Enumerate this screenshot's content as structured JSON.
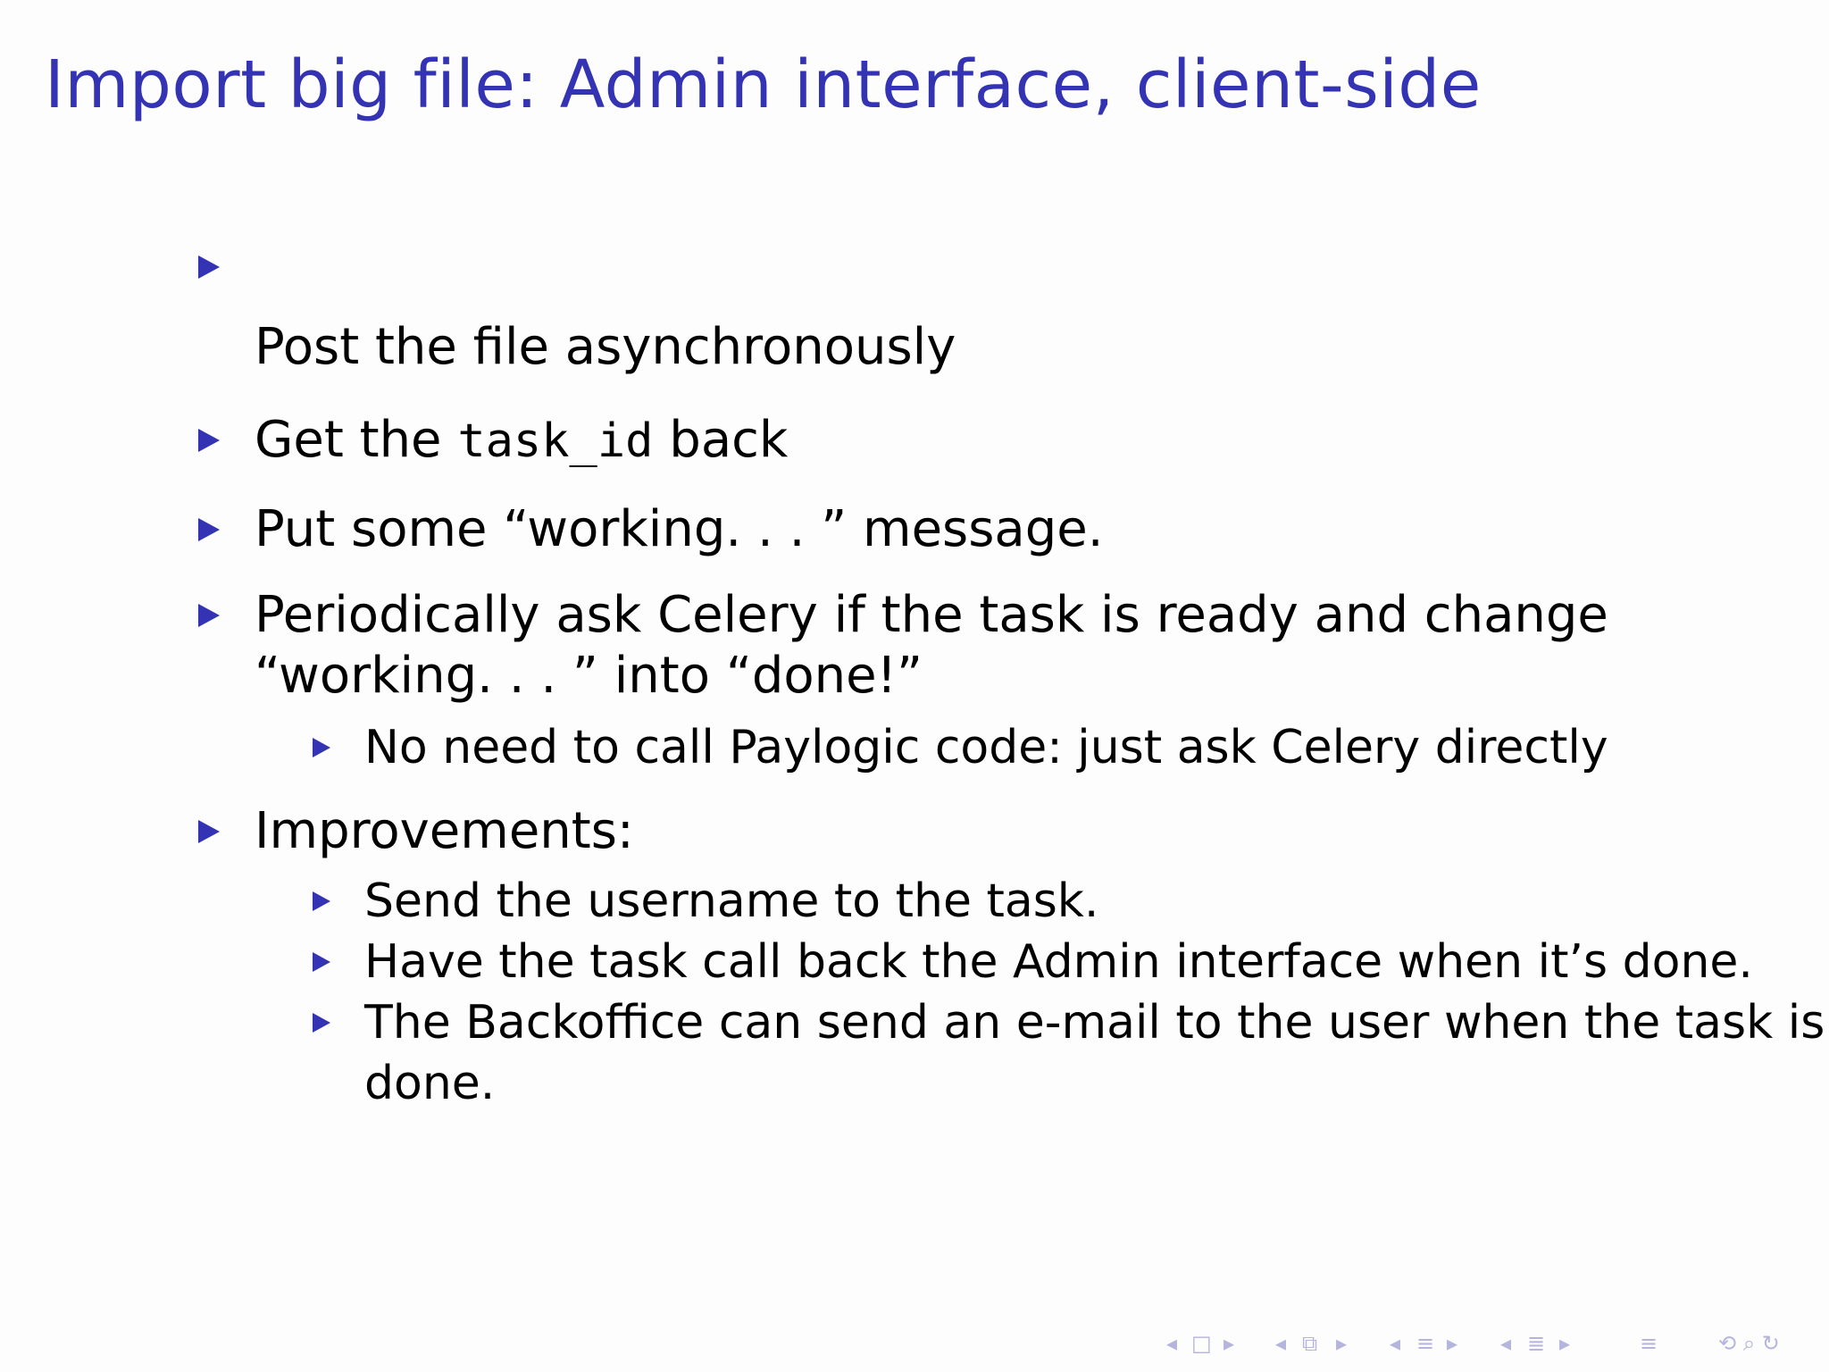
{
  "slide": {
    "title": "Import big file: Admin interface, client-side"
  },
  "bullets": {
    "b1": "Post the file asynchronously",
    "b2_pre": "Get the ",
    "b2_code": "task_id",
    "b2_post": " back",
    "b3": "Put some “working. . . ” message.",
    "b4_line1": "Periodically ask Celery if the task is ready and change",
    "b4_line2": "“working. . . ” into “done!”",
    "b4_sub1": "No need to call Paylogic code: just ask Celery directly",
    "b5": "Improvements:",
    "b5_sub1": "Send the username to the task.",
    "b5_sub2": "Have the task call back the Admin interface when it’s done.",
    "b5_sub3_line1": "The Backoffice can send an e-mail to the user when the task is",
    "b5_sub3_line2": "done."
  },
  "navigation": {
    "icons": {
      "prev_frame": "◂",
      "frame": "□",
      "next_frame": "▸",
      "prev_subsection": "◂",
      "subsection": "⧉",
      "next_subsection": "▸",
      "prev_section": "◂",
      "section": "≡",
      "next_section": "▸",
      "prev_part": "◂",
      "part": "≣",
      "next_part": "▸",
      "outline": "≡",
      "search": "⟲ ⌕ ↻"
    }
  },
  "colors": {
    "accent": "#3333b3",
    "nav": "#b4b4dc",
    "background": "#fdfdfd"
  }
}
